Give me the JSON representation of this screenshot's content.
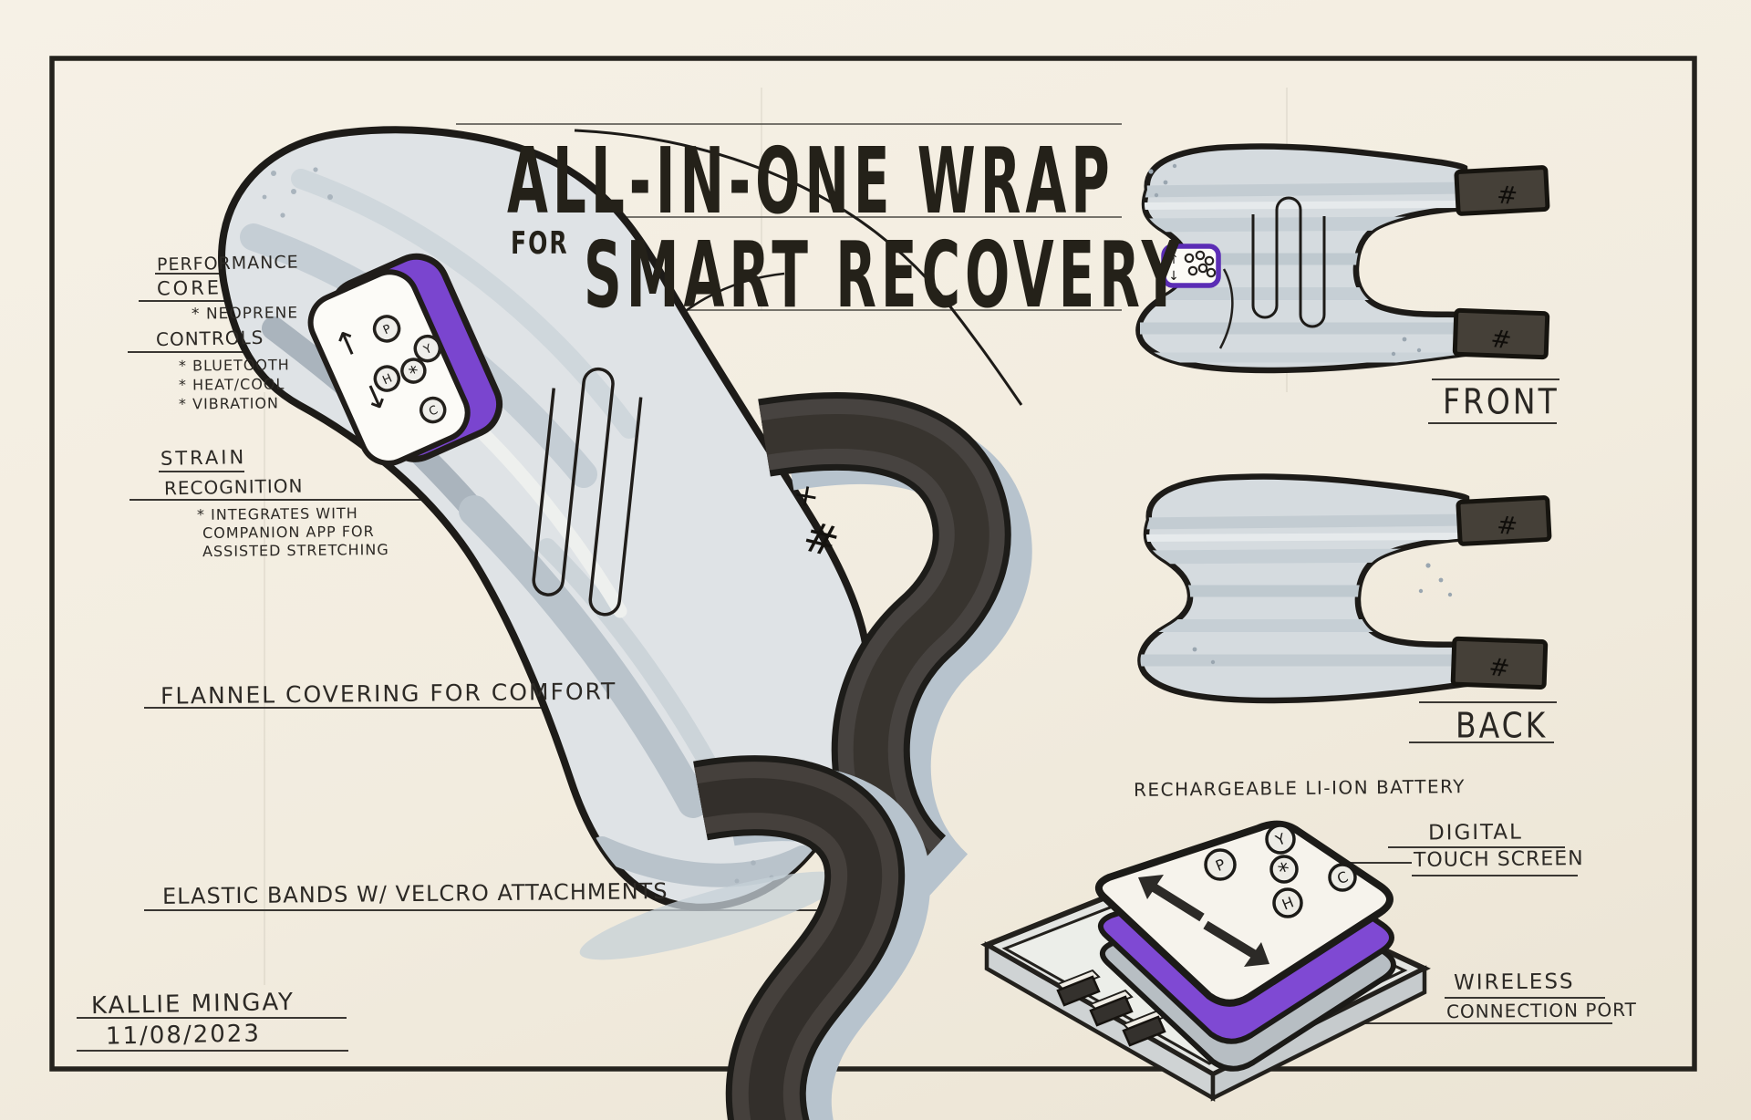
{
  "title": {
    "line1": "ALL-IN-ONE WRAP",
    "connector": "FOR",
    "line2": "SMART RECOVERY"
  },
  "labels": {
    "performance_core": {
      "line1": "PERFORMANCE",
      "line2": "CORE",
      "bullet": "* NEOPRENE"
    },
    "controls": {
      "heading": "CONTROLS",
      "bullets": [
        "* BLUETOOTH",
        "* HEAT/COOL",
        "* VIBRATION"
      ]
    },
    "strain": {
      "line1": "STRAIN",
      "line2": "RECOGNITION",
      "bullets": [
        "* INTEGRATES WITH",
        "COMPANION APP FOR",
        "ASSISTED STRETCHING"
      ]
    },
    "flannel": "FLANNEL COVERING FOR COMFORT",
    "elastic": "ELASTIC BANDS W/ VELCRO ATTACHMENTS",
    "battery": "RECHARGEABLE LI-ION BATTERY",
    "digital": {
      "line1": "DIGITAL",
      "line2": "TOUCH SCREEN"
    },
    "wireless": {
      "line1": "WIRELESS",
      "line2": "CONNECTION PORT"
    },
    "front": "FRONT",
    "back": "BACK"
  },
  "signature": {
    "name": "KALLIE MINGAY",
    "date": "11/08/2023"
  },
  "device": {
    "buttons": [
      "P",
      "Y",
      "*",
      "H",
      "C"
    ],
    "arrow_up": "↑",
    "arrow_down": "↓",
    "hash": "#",
    "plus": "+"
  },
  "colors": {
    "paper": "#f3eee3",
    "ink": "#2c2925",
    "marker_black": "#1d1b18",
    "purple": "#7a45cf",
    "wrap_gray": "#d5dbdf",
    "strap_dark": "#47423d",
    "strap_light": "#b6c2cc"
  }
}
